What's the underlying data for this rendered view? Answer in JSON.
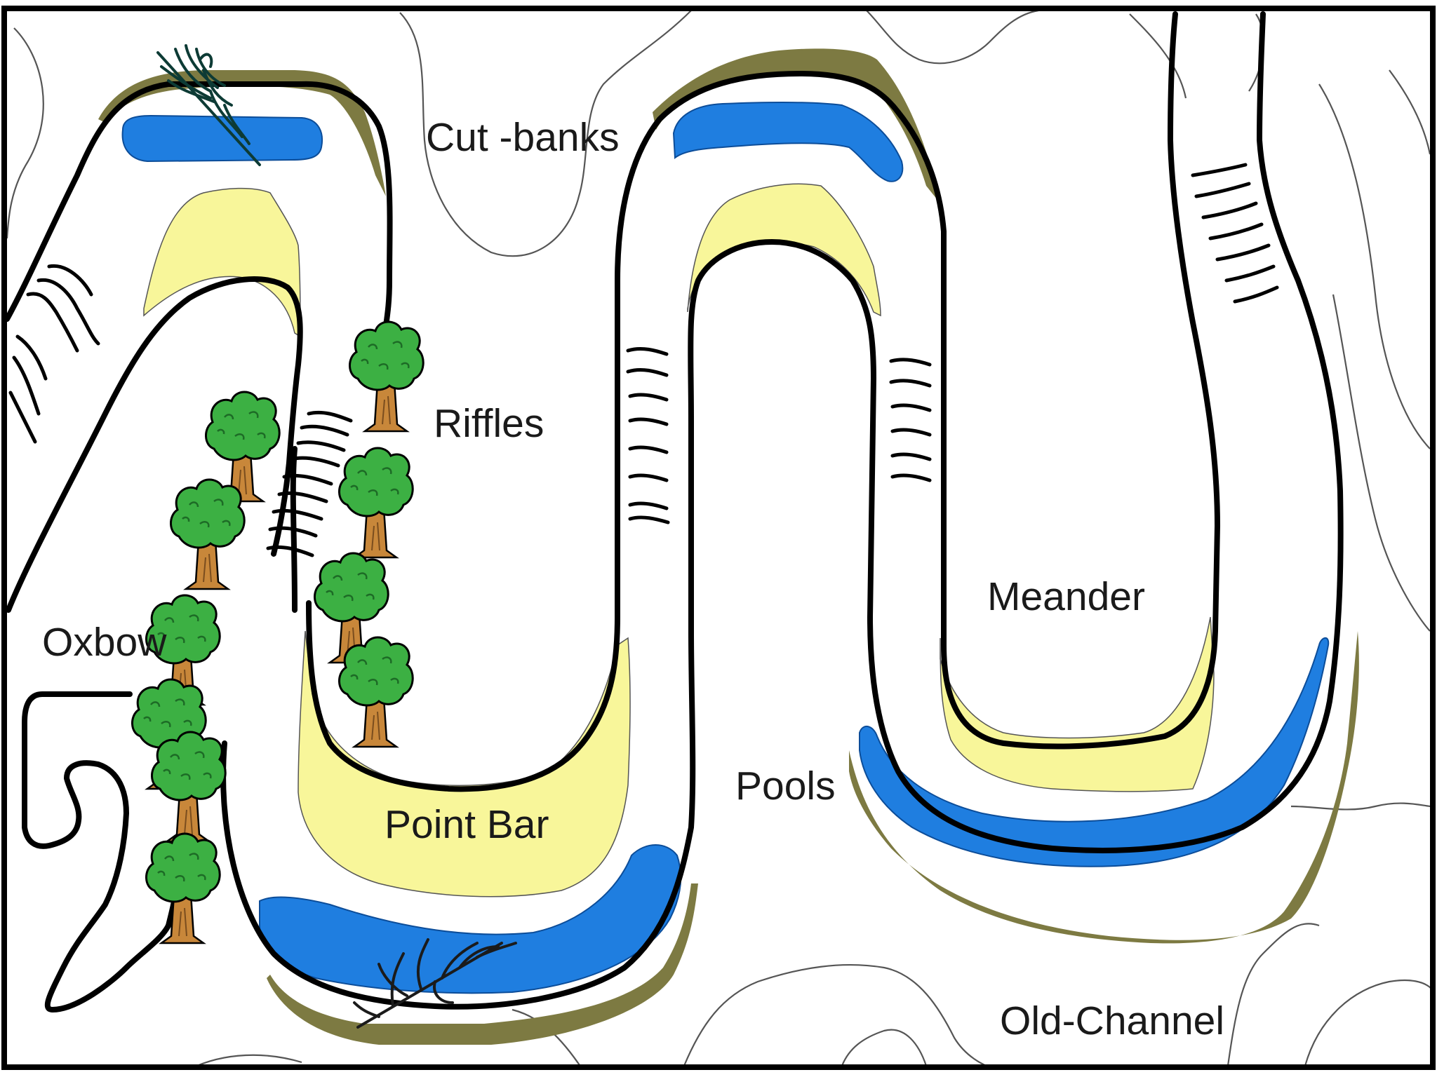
{
  "labels": {
    "cut_banks": "Cut -banks",
    "riffles": "Riffles",
    "meander": "Meander",
    "oxbow": "Oxbow",
    "point_bar": "Point Bar",
    "pools": "Pools",
    "old_channel": "Old-Channel"
  },
  "colors": {
    "water": "#1f7ee0",
    "point_bar": "#f8f69a",
    "cut_bank": "#7d7a42",
    "tree_foliage": "#3cb043",
    "tree_trunk": "#c8873a",
    "bank_line": "#000000",
    "frame": "#000000"
  },
  "icons": [
    "tree-icon",
    "fallen-tree-icon",
    "riffle-icon"
  ]
}
